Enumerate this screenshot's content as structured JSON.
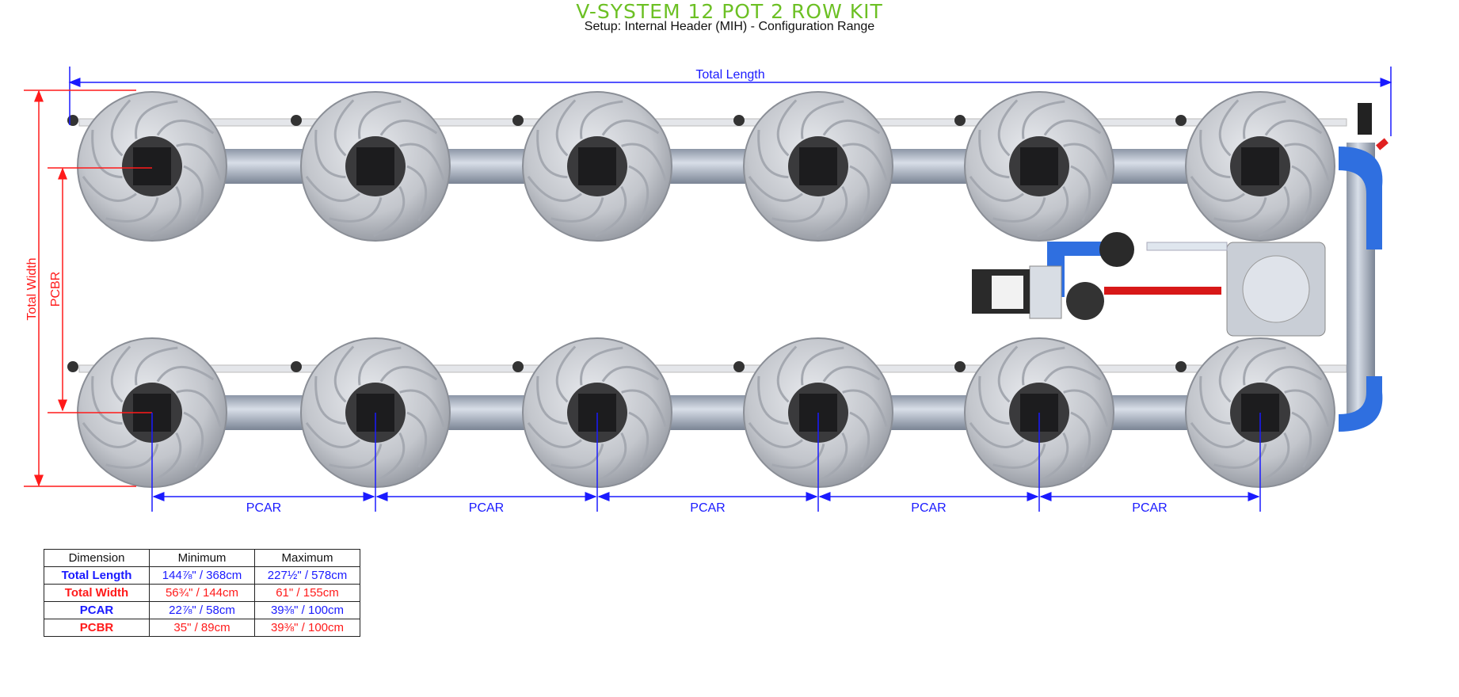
{
  "title": "V-SYSTEM 12 POT 2 ROW KIT",
  "subtitle": "Setup: Internal Header (MIH) - Configuration Range",
  "dimensions": {
    "total_length": "Total Length",
    "total_width": "Total Width",
    "pcbr": "PCBR",
    "pcar": [
      "PCAR",
      "PCAR",
      "PCAR",
      "PCAR",
      "PCAR"
    ]
  },
  "colors": {
    "title": "#6cc024",
    "length": "#1a1aff",
    "width": "#ff1a1a"
  },
  "pots": {
    "rows": 2,
    "per_row": 6
  },
  "table": {
    "headers": [
      "Dimension",
      "Minimum",
      "Maximum"
    ],
    "rows": [
      {
        "name": "Total Length",
        "min": "144⅞\" / 368cm",
        "max": "227½\" / 578cm",
        "color": "blue"
      },
      {
        "name": "Total Width",
        "min": "56¾\" / 144cm",
        "max": "61\" / 155cm",
        "color": "red"
      },
      {
        "name": "PCAR",
        "min": "22⅞\" / 58cm",
        "max": "39⅜\" / 100cm",
        "color": "blue"
      },
      {
        "name": "PCBR",
        "min": "35\" / 89cm",
        "max": "39⅜\" / 100cm",
        "color": "red"
      }
    ]
  }
}
